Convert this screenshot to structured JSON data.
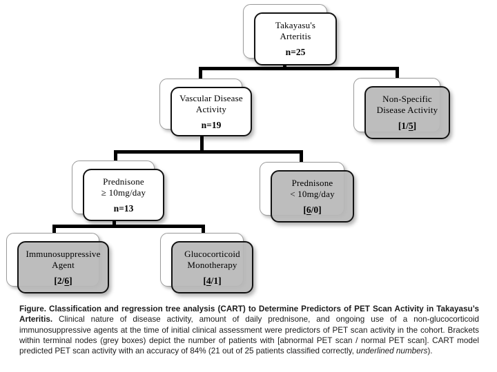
{
  "figure_type": "CART decision tree",
  "colors": {
    "node_grey": "#b8b8b8",
    "node_white": "#ffffff",
    "border": "#111111",
    "connector": "#000000"
  },
  "nodes": {
    "takayasu": {
      "line1": "Takayasu's",
      "line2": "Arteritis",
      "count": "n=25"
    },
    "vascular": {
      "line1": "Vascular Disease",
      "line2": "Activity",
      "count": "n=19"
    },
    "nonspecific": {
      "line1": "Non-Specific",
      "line2": "Disease  Activity",
      "value": {
        "pre": "[1/",
        "underlined": "5",
        "post": "]"
      }
    },
    "prednisone_high": {
      "line1": "Prednisone",
      "line2": "≥ 10mg/day",
      "count": "n=13"
    },
    "prednisone_low": {
      "line1": "Prednisone",
      "line2": "< 10mg/day",
      "value": {
        "pre": "[",
        "underlined": "6",
        "post": "/0]"
      }
    },
    "immunosuppressive": {
      "line1": "Immunosuppressive",
      "line2": "Agent",
      "value": {
        "pre": "[2/",
        "underlined": "6",
        "post": "]"
      }
    },
    "glucocorticoid": {
      "line1": "Glucocorticoid",
      "line2": "Monotherapy",
      "value": {
        "pre": "[",
        "underlined": "4",
        "post": "/1]"
      }
    }
  },
  "caption": {
    "bold": "Figure. Classification and regression tree analysis (CART) to Determine Predictors of PET Scan Activity in Takayasu’s Arteritis.",
    "regular1": " Clinical nature of disease activity, amount of daily prednisone, and ongoing use of a non-glucocorticoid immunosuppressive agents at the time of initial clinical assessment were predictors of PET scan activity in the cohort.  Brackets within terminal nodes (grey boxes) depict the number of patients with [abnormal PET scan / normal PET scan].  CART model predicted PET scan activity with an accuracy of 84% (21 out of 25 patients classified correctly, ",
    "italic": "underlined numbers",
    "regular2": ")."
  }
}
